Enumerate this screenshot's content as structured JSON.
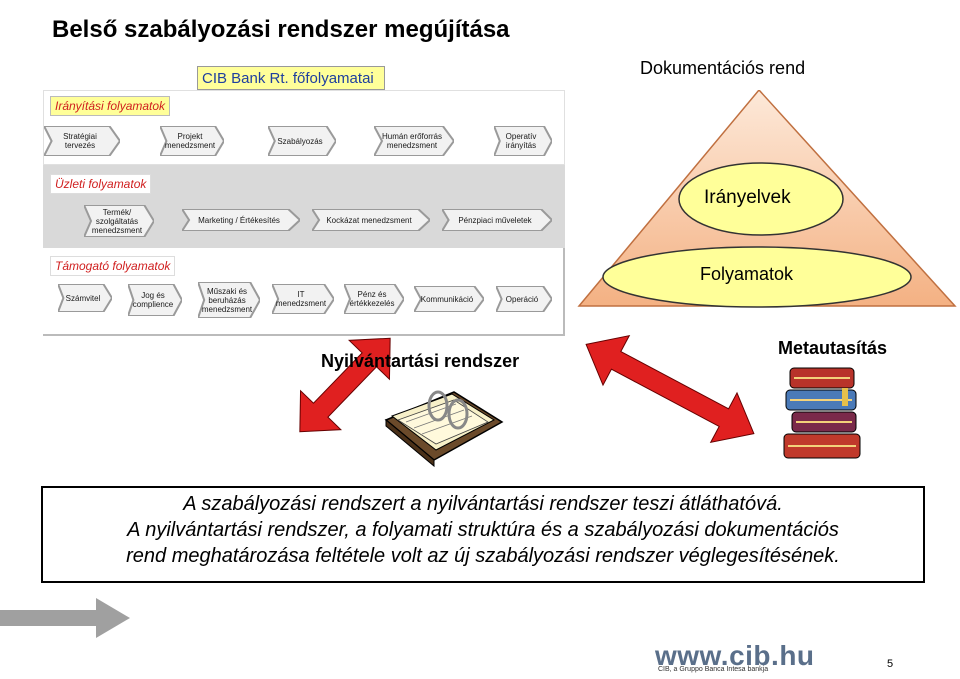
{
  "title": "Belső szabályozási rendszer megújítása",
  "cib_label": "CIB  Bank Rt.  főfolyamatai",
  "bands": {
    "iranyitasi": {
      "label": "Irányítási folyamatok",
      "items": [
        "Stratégiai tervezés",
        "Projekt menedzsment",
        "Szabályozás",
        "Humán erőforrás menedzsment",
        "Operatív irányítás"
      ]
    },
    "uzleti": {
      "label": "Üzleti folyamatok",
      "items": [
        "Termék/ szolgáltatás menedzsment",
        "Marketing / Értékesítés",
        "Kockázat menedzsment",
        "Pénzpiaci műveletek"
      ]
    },
    "tamogato": {
      "label": "Támogató folyamatok",
      "items": [
        "Számvitel",
        "Jog és complience",
        "Műszaki és beruházás menedzsment",
        "IT menedzsment",
        "Pénz és értékkezelés",
        "Kommunikáció",
        "Operáció"
      ]
    }
  },
  "documentation": {
    "title": "Dokumentációs rend",
    "level1": "Irányelvek",
    "level2": "Folyamatok"
  },
  "nyilvantartasi": "Nyilvántartási rendszer",
  "metautasitas": "Metautasítás",
  "summary": [
    "A szabályozási rendszert a nyilvántartási rendszer teszi átláthatóvá.",
    "A nyilvántartási rendszer, a folyamati struktúra és a szabályozási dokumentációs",
    "rend meghatározása feltétele volt az új szabályozási rendszer véglegesítésének."
  ],
  "footer": {
    "url": "www.cib.hu",
    "subtitle": "CIB, a Gruppo Banca Intesa bankja",
    "page": "5"
  },
  "colors": {
    "band_label_text": "#d02020",
    "chevron_fill": "#f2f2f2",
    "triangle_fill": "#f4b183",
    "triangle_apex": "#fde9d9",
    "ellipse_fill": "#ffff99",
    "arrow_red": "#e02020",
    "footer_arrow": "#a0a0a0"
  }
}
